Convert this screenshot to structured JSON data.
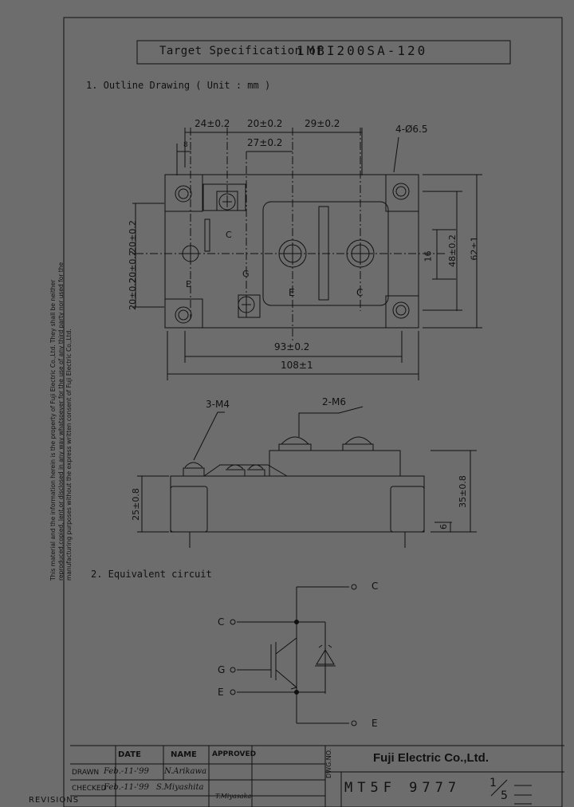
{
  "title_block": {
    "title": "Target Specification of",
    "part_number": "1MBI200SA-120"
  },
  "sections": {
    "outline": "1. Outline Drawing ( Unit : mm )",
    "circuit": "2. Equivalent circuit"
  },
  "dimensions": {
    "d8": "8",
    "d24": "24±0.2",
    "d20a": "20±0.2",
    "d29": "29±0.2",
    "d27": "27±0.2",
    "hole": "4-Ø6.5",
    "v20a": "20±0.2",
    "v20b": "20±0.2",
    "v20c": "20±0.2",
    "v16": "16",
    "v48": "48±0.2",
    "v62": "62±1",
    "h93": "93±0.2",
    "h108": "108±1",
    "m4": "3-M4",
    "m6": "2-M6",
    "v25": "25±0.8",
    "v35": "35±0.8",
    "v6": "6"
  },
  "terminal_labels": {
    "c_top": "C",
    "e_left": "E",
    "g": "G",
    "e_main": "E",
    "c_main": "C"
  },
  "circuit_labels": {
    "c_out": "C",
    "c_in": "C",
    "g": "G",
    "e_in": "E",
    "e_out": "E"
  },
  "side_note": "This material and the information herein is the property of Fuji Electric Co.,Ltd. They shall be neither reproduced,copied, lent,or disclosed in any way whatsoever for the use of any third party nor used for the manufacturing purposes without the express written consent of Fuji Electric Co.,Ltd.",
  "footer": {
    "company": "Fuji Electric Co.,Ltd.",
    "date_header": "DATE",
    "name_header": "NAME",
    "approved_header": "APPROVED",
    "drawn_label": "DRAWN",
    "drawn_date": "Feb.-11-'99",
    "drawn_name": "N.Arikawa",
    "checked_label": "CHECKED",
    "checked_date": "Feb.-11-'99",
    "checked_name": "S.Miyashita",
    "approved_sign": "T.Miyasaka",
    "dwg_label": "DWG.NO.",
    "dwg_no": "MT5F 9777",
    "page_num": "1",
    "page_total": "5",
    "revisions": "REVISIONS"
  }
}
